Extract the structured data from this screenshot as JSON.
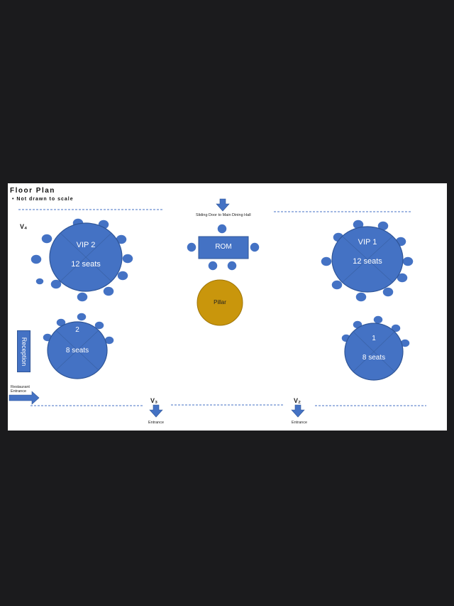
{
  "header": {
    "title": "Floor Plan",
    "subtitle": "• Not drawn to scale"
  },
  "labels": {
    "sliding_door": "Sliding Door to Main Dining Hall",
    "restaurant_entrance_line1": "Restaurant",
    "restaurant_entrance_line2": "Entrance",
    "entrance_left": "Entrance",
    "entrance_right": "Entrance",
    "reception": "Reception",
    "pillar": "Pillar",
    "v4": "V₄",
    "v3": "V₃",
    "v2": "V₂"
  },
  "tables": {
    "vip2": {
      "name": "VIP 2",
      "seats": "12 seats"
    },
    "vip1": {
      "name": "VIP 1",
      "seats": "12 seats"
    },
    "t2": {
      "name": "2",
      "seats": "8 seats"
    },
    "t1": {
      "name": "1",
      "seats": "8 seats"
    },
    "rom": {
      "name": "ROM"
    }
  },
  "colors": {
    "table": "#4472c4",
    "table_border": "#2f5597",
    "pillar": "#c9960c",
    "dashed_line": "#4472c4",
    "background": "#1b1b1d"
  }
}
